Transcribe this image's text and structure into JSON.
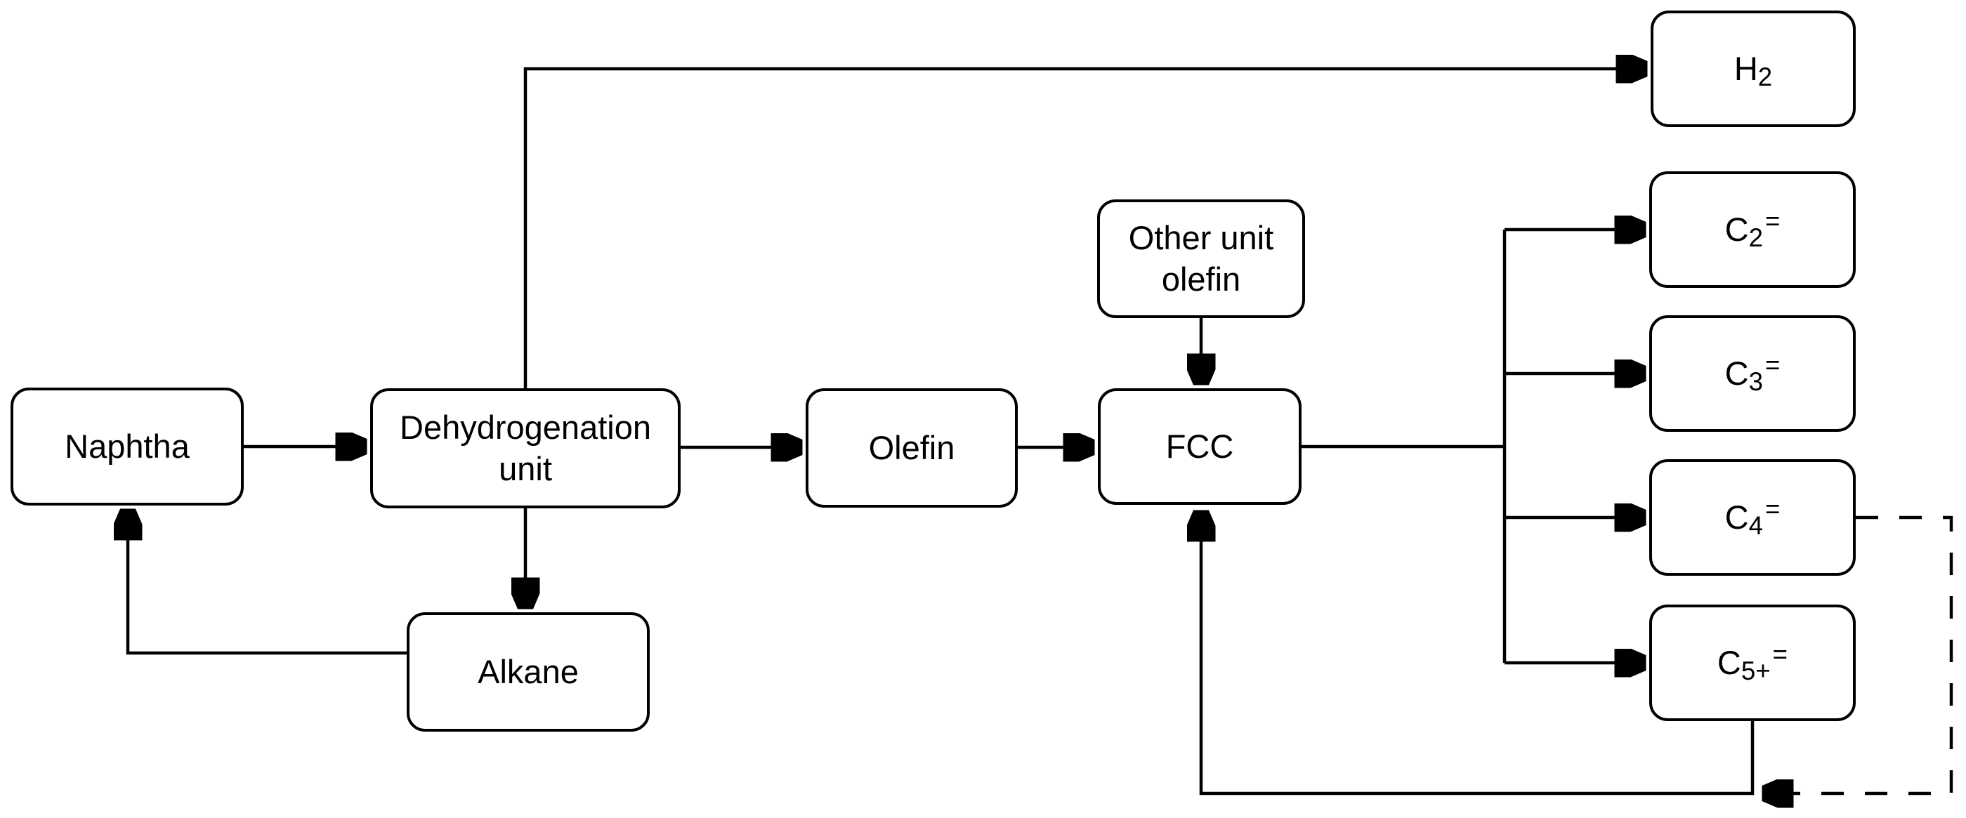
{
  "colors": {
    "stroke": "#000000",
    "node_fill": "#ffffff",
    "background": "#ffffff"
  },
  "diagram": {
    "type": "process-flow",
    "nodes": [
      {
        "id": "naphtha",
        "label": "Naphtha"
      },
      {
        "id": "dehydrogenation-unit",
        "label": "Dehydrogenation unit"
      },
      {
        "id": "alkane",
        "label": "Alkane"
      },
      {
        "id": "olefin",
        "label": "Olefin"
      },
      {
        "id": "other-unit-olefin",
        "label": "Other unit olefin"
      },
      {
        "id": "fcc",
        "label": "FCC"
      },
      {
        "id": "h2",
        "base": "H",
        "sub": "2"
      },
      {
        "id": "c2-olefin",
        "base": "C",
        "sub": "2",
        "sup": "="
      },
      {
        "id": "c3-olefin",
        "base": "C",
        "sub": "3",
        "sup": "="
      },
      {
        "id": "c4-olefin",
        "base": "C",
        "sub": "4",
        "sup": "="
      },
      {
        "id": "c5plus-olefin",
        "base": "C",
        "sub": "5+",
        "sup": "="
      }
    ],
    "edges": [
      {
        "from": "naphtha",
        "to": "dehydrogenation-unit",
        "style": "solid-arrow"
      },
      {
        "from": "dehydrogenation-unit",
        "to": "h2",
        "style": "solid-arrow"
      },
      {
        "from": "dehydrogenation-unit",
        "to": "olefin",
        "style": "solid-arrow"
      },
      {
        "from": "dehydrogenation-unit",
        "to": "alkane",
        "style": "solid-arrow"
      },
      {
        "from": "alkane",
        "to": "naphtha",
        "style": "solid-arrow",
        "note": "recycle"
      },
      {
        "from": "olefin",
        "to": "fcc",
        "style": "solid-arrow"
      },
      {
        "from": "other-unit-olefin",
        "to": "fcc",
        "style": "solid-arrow"
      },
      {
        "from": "fcc",
        "to": "c2-olefin",
        "style": "solid-arrow"
      },
      {
        "from": "fcc",
        "to": "c3-olefin",
        "style": "solid-arrow"
      },
      {
        "from": "fcc",
        "to": "c4-olefin",
        "style": "solid-arrow"
      },
      {
        "from": "fcc",
        "to": "c5plus-olefin",
        "style": "solid-arrow"
      },
      {
        "from": "c5plus-olefin",
        "to": "fcc",
        "style": "solid-arrow",
        "note": "recycle"
      },
      {
        "from": "c4-olefin",
        "to": "fcc",
        "style": "dashed-arrow",
        "note": "optional recycle joining c5+ recycle line"
      }
    ]
  }
}
